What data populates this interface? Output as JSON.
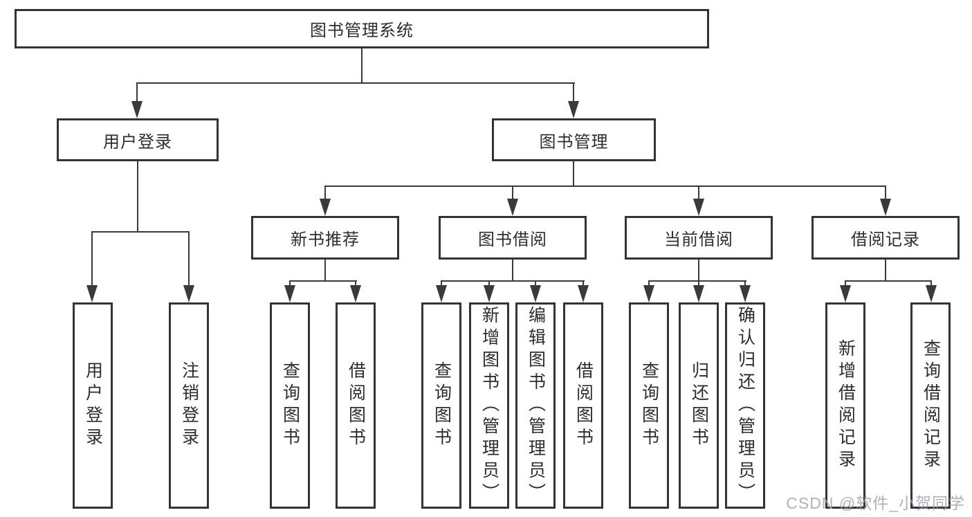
{
  "diagram_title": "图书管理系统",
  "nodes": {
    "root": {
      "label": "图书管理系统"
    },
    "user_login": {
      "label": "用户登录"
    },
    "book_mgmt": {
      "label": "图书管理"
    },
    "new_book_rec": {
      "label": "新书推荐"
    },
    "book_borrow": {
      "label": "图书借阅"
    },
    "current_borrow": {
      "label": "当前借阅"
    },
    "borrow_records": {
      "label": "借阅记录"
    },
    "leaf_user_login": {
      "label": "用户登录"
    },
    "leaf_logout": {
      "label": "注销登录"
    },
    "leaf_rec_query_book": {
      "label": "查询图书"
    },
    "leaf_rec_borrow_book": {
      "label": "借阅图书"
    },
    "leaf_bor_query_book": {
      "label": "查询图书"
    },
    "leaf_bor_add_book": {
      "label": "新增图书（管理员）"
    },
    "leaf_bor_edit_book": {
      "label": "编辑图书（管理员）"
    },
    "leaf_bor_borrow_book": {
      "label": "借阅图书"
    },
    "leaf_cur_query_book": {
      "label": "查询图书"
    },
    "leaf_cur_return_book": {
      "label": "归还图书"
    },
    "leaf_cur_confirm_return": {
      "label": "确认归还（管理员）"
    },
    "leaf_recd_add_record": {
      "label": "新增借阅记录"
    },
    "leaf_recd_query_record": {
      "label": "查询借阅记录"
    }
  },
  "colors": {
    "line": "#3a3a3a",
    "box_border": "#333333",
    "box_fill": "#ffffff",
    "text": "#2d2d2d",
    "watermark": "#9ea4aa"
  },
  "watermark": {
    "label": "CSDN @软件_小贺同学"
  }
}
